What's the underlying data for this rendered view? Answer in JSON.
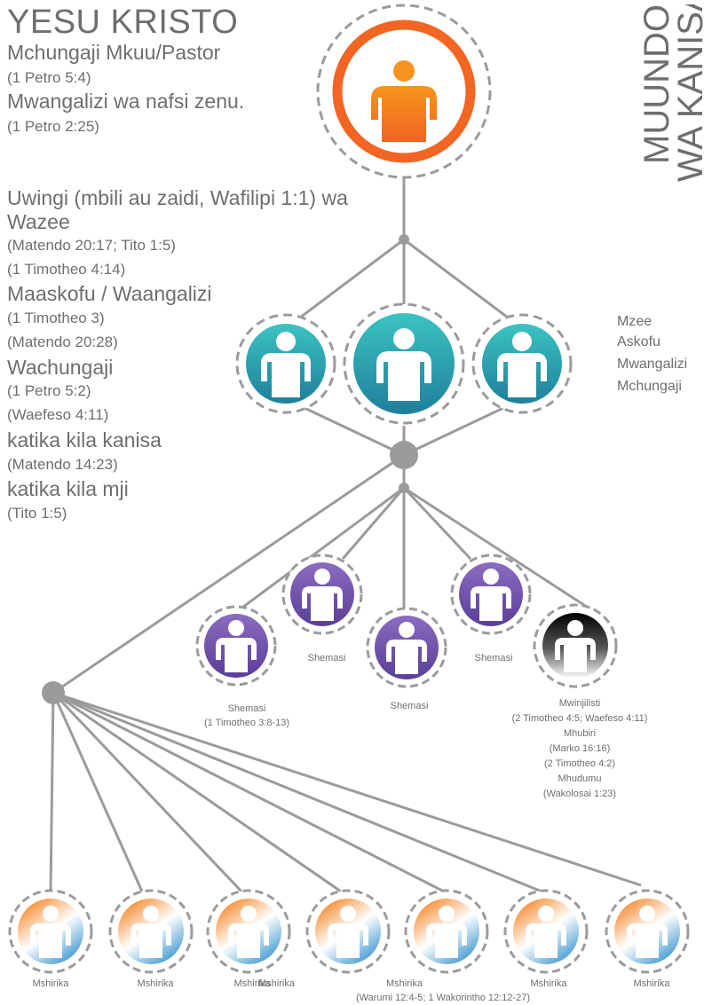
{
  "top": {
    "title": "YESU KRISTO",
    "role1": "Mchungaji Mkuu/Pastor",
    "ref1": "(1 Petro 5:4)",
    "role2": "Mwangalizi wa nafsi zenu.",
    "ref2": "(1 Petro 2:25)"
  },
  "vertical_title": [
    "MUUNDO",
    "WA KANISA"
  ],
  "elders": {
    "line1": "Uwingi (mbili au zaidi, Wafilipi 1:1) wa",
    "line2": "Wazee",
    "ref1": "(Matendo 20:17; Tito 1:5)",
    "ref2": "(1 Timotheo 4:14)",
    "bishops": "Maaskofu / Waangalizi",
    "ref3": "(1 Timotheo 3)",
    "ref4": "(Matendo 20:28)",
    "pastors": "Wachungaji",
    "ref5": "(1 Petro 5:2)",
    "ref6": "(Waefeso 4:11)",
    "church": "katika kila kanisa",
    "ref7": "(Matendo 14:23)",
    "city": "katika kila mji",
    "ref8": "(Tito 1:5)"
  },
  "elder_titles": [
    "Mzee",
    "Askofu",
    "Mwangalizi",
    "Mchungaji"
  ],
  "deacons": {
    "d1": "Shemasi",
    "d1_ref": "(1 Timotheo 3:8-13)",
    "d2": "Shemasi",
    "d3": "Shemasi",
    "d4": "Shemasi"
  },
  "evangelist": {
    "title": "Mwinjilisti",
    "ref1": "(2 Timotheo 4:5; Waefeso 4:11)",
    "preacher": "Mhubiri",
    "ref2": "(Marko 16:16)",
    "ref3": "(2 Timotheo 4:2)",
    "minister": "Mhudumu",
    "ref4": "(Wakolosai 1:23)"
  },
  "members": {
    "labels": [
      "Mshirika",
      "Mshirika",
      "Mshirika",
      "Mshirika",
      "Mshirika",
      "Mshirika",
      "Mshirika"
    ],
    "ref": "(Warumi 12:4-5; 1 Wakorintho 12:12-27)"
  },
  "colors": {
    "text": "#6d6e71",
    "lines": "#9a9b9d",
    "jesus": "#f26522",
    "jesus_head": "#f7941d",
    "elders": "#2fb3b8",
    "deacons": "#7a5eb0",
    "evangelist": "#111111",
    "members_top": "#f58220",
    "members_bottom": "#3d9ad1"
  }
}
